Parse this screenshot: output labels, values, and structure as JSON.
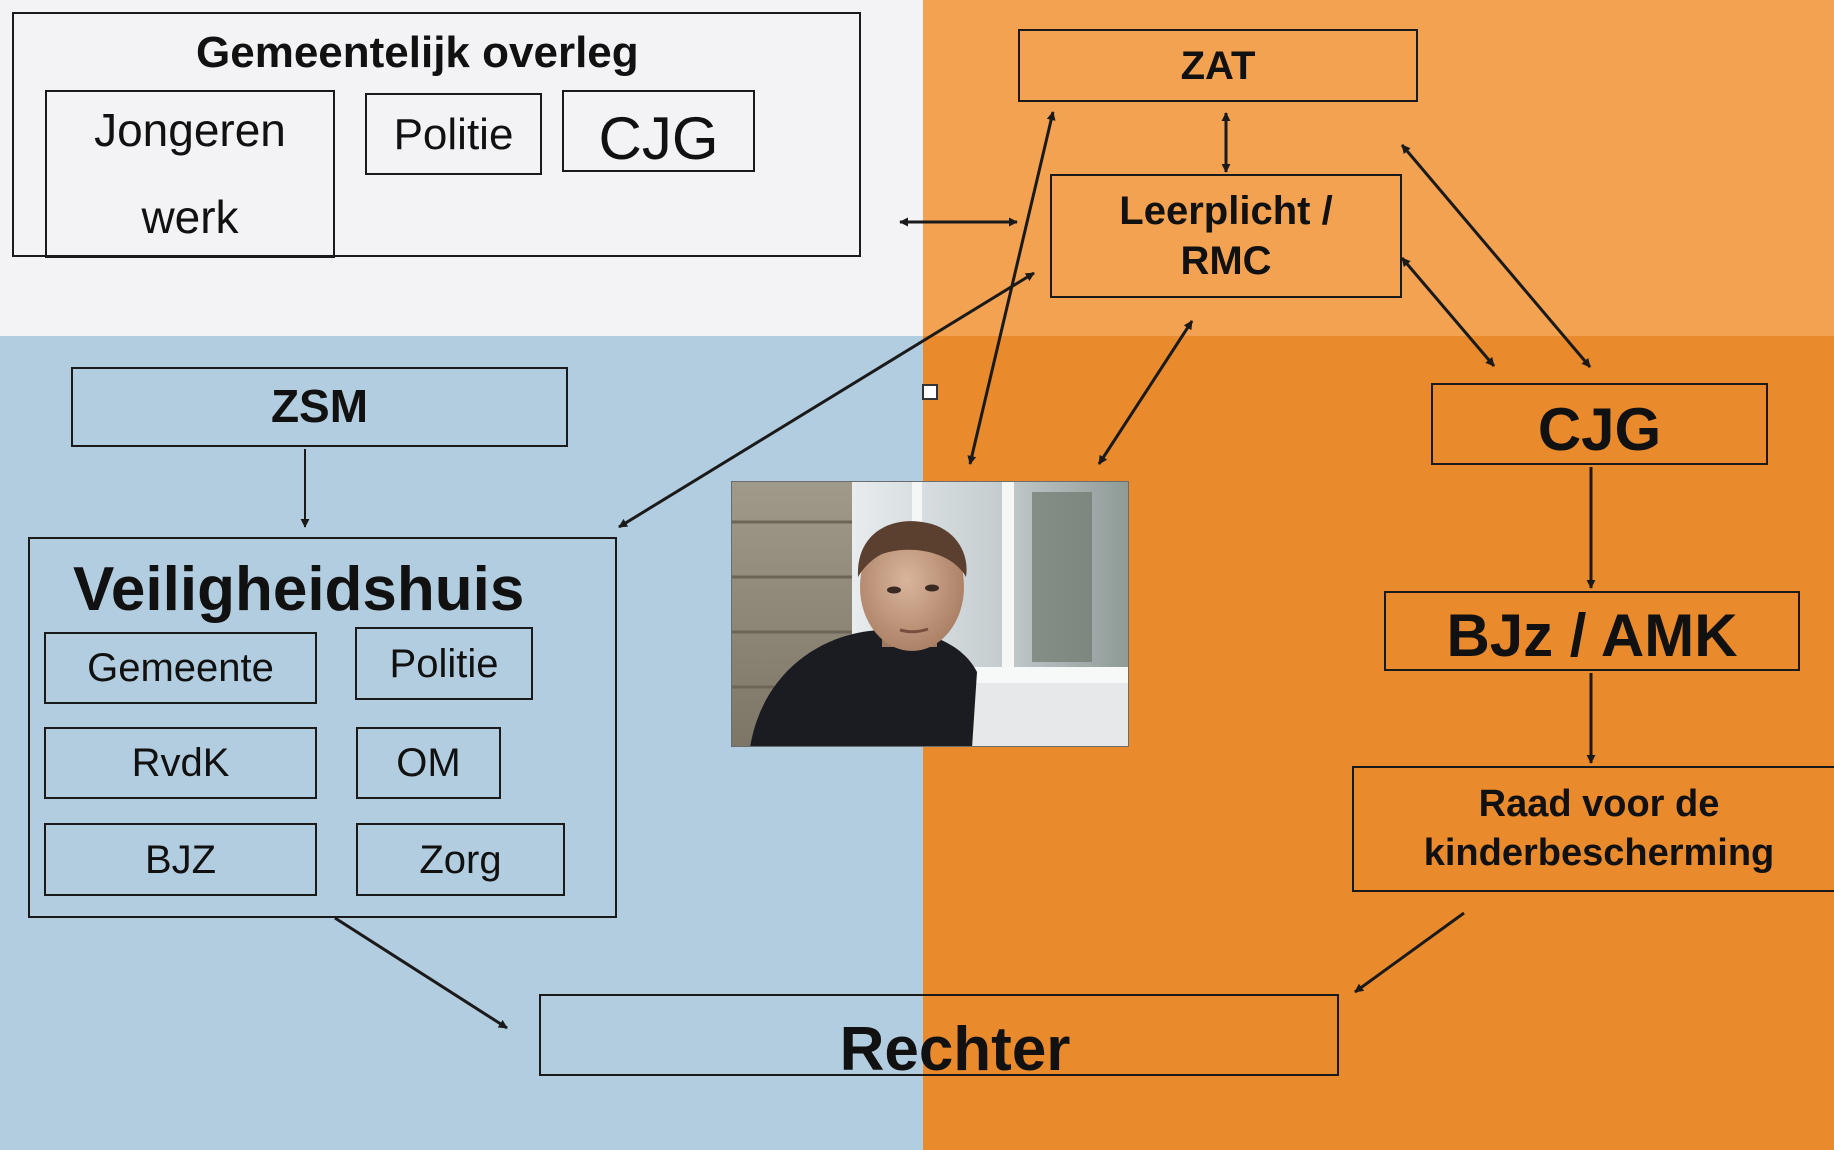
{
  "colors": {
    "top_left_bg": "#f3f3f6",
    "top_right_bg": "#f2a250",
    "bottom_left_bg": "#b3cde0",
    "bottom_right_bg": "#e98a2c",
    "line": "#1a1a1a"
  },
  "gemeentelijk_overleg": {
    "title": "Gemeentelijk overleg",
    "jongeren_line1": "Jongeren",
    "jongeren_line2": "werk",
    "politie": "Politie",
    "cjg": "CJG"
  },
  "zat": "ZAT",
  "leerplicht": {
    "line1": "Leerplicht /",
    "line2": "RMC"
  },
  "zsm": "ZSM",
  "veiligheidshuis": {
    "title": "Veiligheidshuis",
    "gemeente": "Gemeente",
    "politie": "Politie",
    "rvdk": "RvdK",
    "om": "OM",
    "bjz": "BJZ",
    "zorg": "Zorg"
  },
  "cjg_right": "CJG",
  "bjz_amk": "BJz / AMK",
  "raad": {
    "line1": "Raad voor de",
    "line2": "kinderbescherming"
  },
  "rechter": "Rechter",
  "photo_icon": "teenage-boy-photo"
}
